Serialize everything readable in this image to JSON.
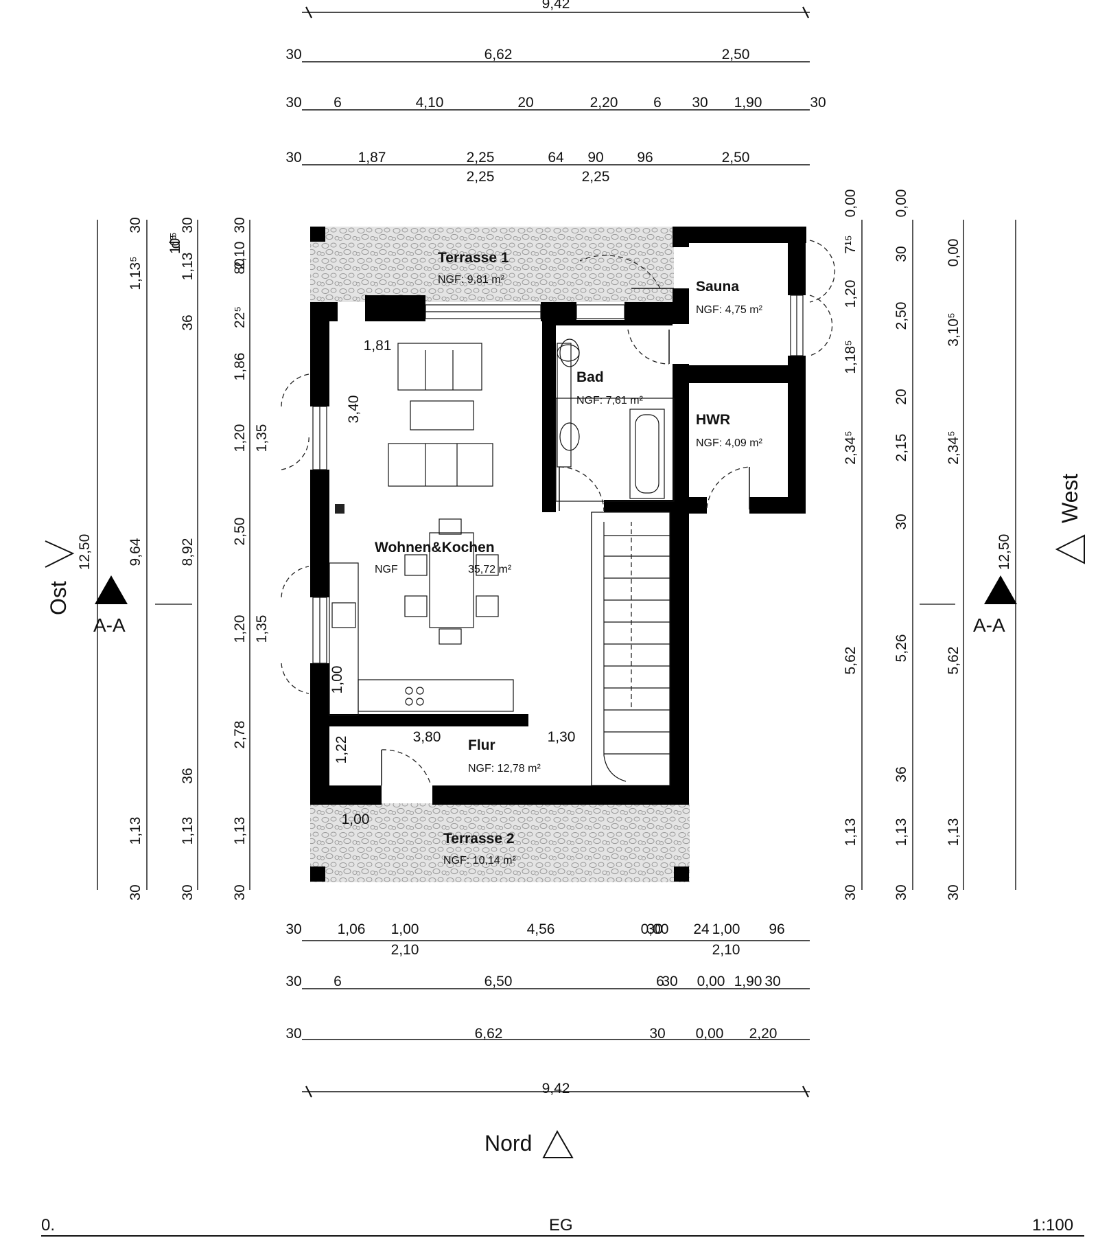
{
  "rooms": {
    "terrasse1": {
      "name": "Terrasse 1",
      "area": "NGF: 9,81 m²"
    },
    "sauna": {
      "name": "Sauna",
      "area": "NGF: 4,75 m²"
    },
    "bad": {
      "name": "Bad",
      "area": "NGF: 7,61 m²"
    },
    "hwr": {
      "name": "HWR",
      "area": "NGF: 4,09 m²"
    },
    "wohnen": {
      "name": "Wohnen&Kochen",
      "area_prefix": "NGF",
      "area": "35,72 m²"
    },
    "flur": {
      "name": "Flur",
      "area": "NGF: 12,78 m²"
    },
    "terrasse2": {
      "name": "Terrasse 2",
      "area": "NGF: 10,14 m²"
    }
  },
  "directions": {
    "north": "Nord",
    "east": "Ost",
    "west": "West"
  },
  "section": {
    "label": "A-A"
  },
  "footer": {
    "left": "0.",
    "center": "EG",
    "right": "1:100"
  },
  "dimensions": {
    "top_overall": "9,42",
    "top_row1": [
      "30",
      "6,62",
      "2,50"
    ],
    "top_row2": [
      "30",
      "6",
      "4,10",
      "20",
      "2,20",
      "6",
      "30",
      "1,90",
      "30"
    ],
    "top_row3": [
      "30",
      "1,87",
      "2,25",
      "64",
      "90",
      "96",
      "2,50"
    ],
    "top_row3_sub": [
      "2,25",
      "2,25"
    ],
    "bottom_row1": [
      "30",
      "1,06",
      "1,00",
      "4,56",
      "30",
      "0,00",
      "24",
      "1,00",
      "96"
    ],
    "bottom_row1_sub": [
      "2,10",
      "2,10"
    ],
    "bottom_row2": [
      "30",
      "6",
      "6,50",
      "30",
      "0,00",
      "6",
      "1,90",
      "30"
    ],
    "bottom_row3": [
      "30",
      "6,62",
      "30",
      "0,00",
      "2,20"
    ],
    "bottom_overall": "9,42",
    "left_col1": [
      "12,50"
    ],
    "left_col2": [
      "30",
      "1,13⁵",
      "9,64",
      "1,13",
      "30"
    ],
    "left_col3": [
      "30",
      "1,13",
      "36",
      "8,92",
      "36",
      "1,13",
      "30"
    ],
    "left_col3_small": [
      "d⁵",
      "10⁵"
    ],
    "left_col4": [
      "30",
      "2,10",
      "80",
      "22⁵",
      "1,86",
      "1,20",
      "2,50",
      "1,20",
      "2,78",
      "1,13",
      "30"
    ],
    "left_col4_sub": [
      "1,35",
      "1,35"
    ],
    "right_col1": [
      "0,00",
      "7¹⁵",
      "1,20",
      "1,18⁵",
      "2,34⁵",
      "5,62",
      "1,13",
      "30"
    ],
    "right_col2": [
      "0,00",
      "30",
      "2,50",
      "20",
      "2,15",
      "30",
      "5,26",
      "36",
      "1,13",
      "30"
    ],
    "right_col3": [
      "0,00",
      "3,10⁵",
      "2,34⁵",
      "5,62",
      "1,13",
      "30"
    ],
    "right_col4": [
      "12,50"
    ],
    "interior": [
      "1,81",
      "3,40",
      "1,00",
      "3,80",
      "1,30",
      "1,22",
      "1,00"
    ]
  }
}
